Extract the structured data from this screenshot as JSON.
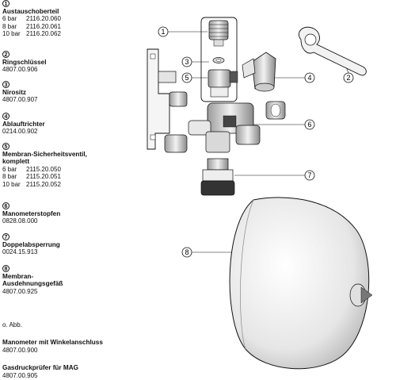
{
  "items": [
    {
      "num": "1",
      "title": "Austauschoberteil",
      "rows": [
        {
          "bar": "6 bar",
          "code": "2116.20.060"
        },
        {
          "bar": "8 bar",
          "code": "2116.20.061"
        },
        {
          "bar": "10 bar",
          "code": "2116.20.062"
        }
      ]
    },
    {
      "num": "2",
      "title": "Ringschlüssel",
      "code": "4807.00.906"
    },
    {
      "num": "3",
      "title": "Nirositz",
      "code": "4807.00.907"
    },
    {
      "num": "4",
      "title": "Ablauftrichter",
      "code": "0214.00.902"
    },
    {
      "num": "5",
      "title": "Membran-Sicherheitsventil,",
      "title2": "komplett",
      "rows": [
        {
          "bar": "6 bar",
          "code": "2115.20.050"
        },
        {
          "bar": "8 bar",
          "code": "2115.20.051"
        },
        {
          "bar": "10 bar",
          "code": "2115.20.052"
        }
      ]
    },
    {
      "num": "6",
      "title": "Manometerstopfen",
      "code": "0828.08.000"
    },
    {
      "num": "7",
      "title": "Doppelabsperrung",
      "code": "0024.15.913"
    },
    {
      "num": "8",
      "title": "Membran-",
      "title2": "Ausdehnungsgefäß",
      "code": "4807.00.925"
    }
  ],
  "note": "o. Abb.",
  "extras": [
    {
      "title": "Manometer mit Winkelanschluss",
      "code": "4807.00.900"
    },
    {
      "title": "Gasdruckprüfer für MAG",
      "code": "4807.00.905"
    }
  ],
  "callouts": [
    "1",
    "2",
    "3",
    "4",
    "5",
    "6",
    "7",
    "8"
  ]
}
